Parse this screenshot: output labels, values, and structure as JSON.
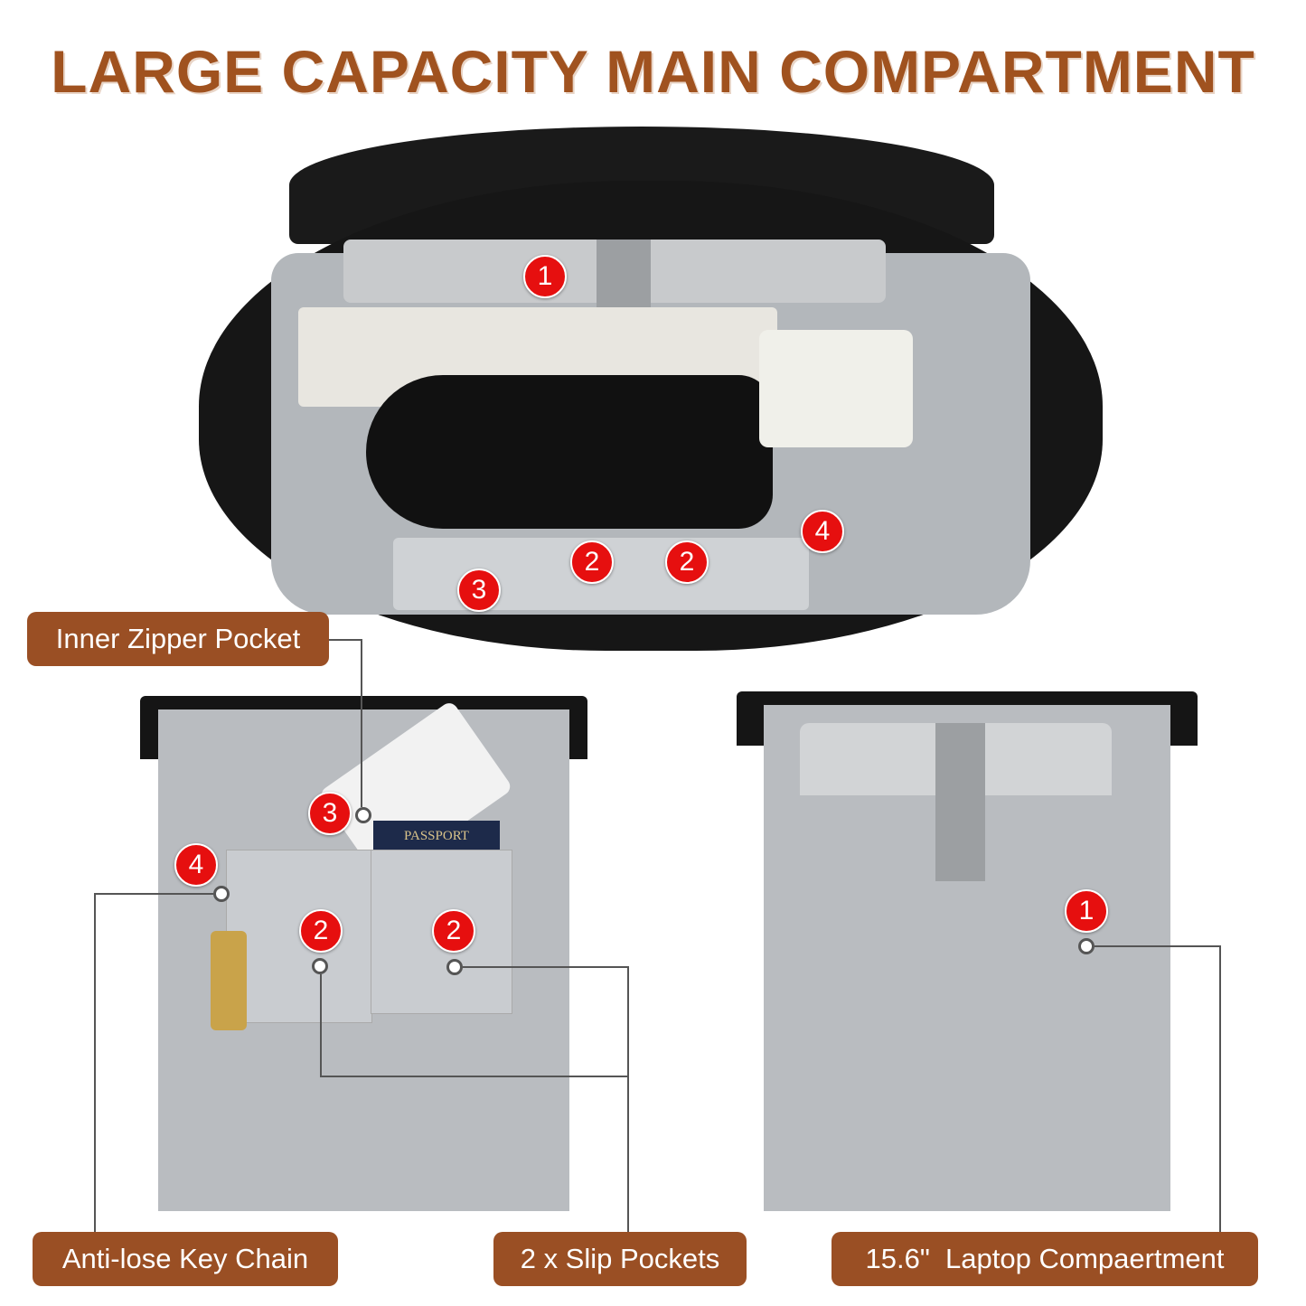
{
  "title": "LARGE CAPACITY MAIN COMPARTMENT",
  "labels": {
    "inner_zipper": "Inner Zipper Pocket",
    "key_chain": "Anti-lose Key Chain",
    "slip_pockets": "2 x Slip Pockets",
    "laptop": "15.6\"  Laptop Compaertment"
  },
  "top_badges": [
    "1",
    "2",
    "2",
    "3",
    "4"
  ],
  "left_badges": [
    "3",
    "4",
    "2",
    "2"
  ],
  "right_badges": [
    "1"
  ],
  "passport_text": "PASSPORT",
  "colors": {
    "title": "#a0521f",
    "label_bg": "#9a4f24",
    "badge": "#e60f0f",
    "lining": "#b9bcc0",
    "bag": "#161616"
  }
}
